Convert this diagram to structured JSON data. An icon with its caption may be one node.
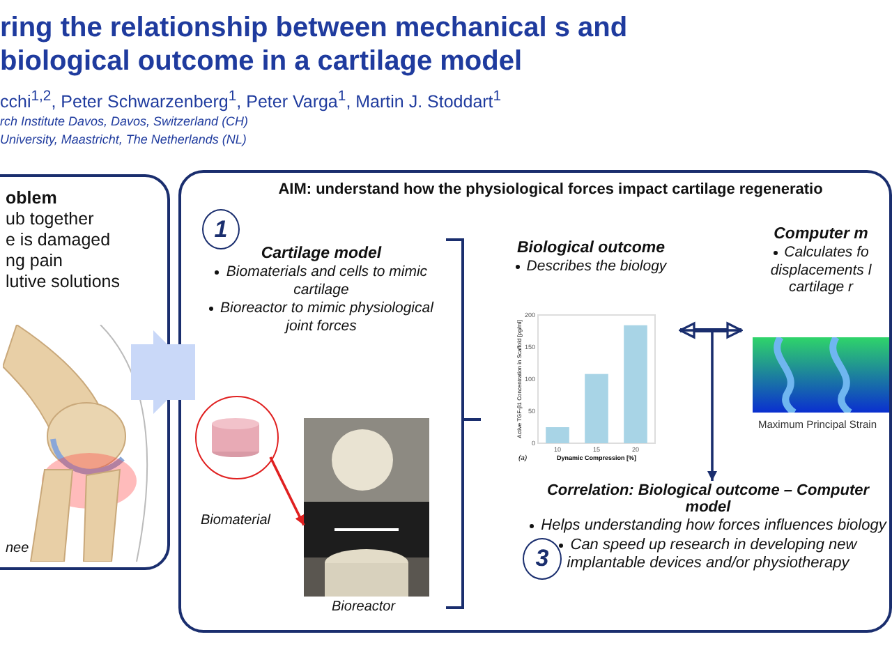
{
  "diagram": {
    "title": "ring the relationship between mechanical s and biological outcome in a cartilage model",
    "nodes": [
      {
        "text": [
          "oblem",
          "ub together",
          "e is damaged",
          "ng pain",
          "lutive solutions"
        ]
      },
      {
        "text": [
          "AIM: understand how the physiological forces impact cartilage regeneratio"
        ]
      },
      {
        "text": [
          "1"
        ],
        "in": 1
      },
      {
        "text": [
          "Cartilage model",
          "Biomaterials and cells to mimic cartilage",
          "Bioreactor to mimic physiological joint forces"
        ],
        "in": 1
      },
      {
        "text": [],
        "shape": "circle",
        "beside": [
          "Biomaterial"
        ],
        "in": 1
      },
      {
        "text": [],
        "shape": "picture",
        "beside": [
          "Bioreactor"
        ],
        "in": 1
      },
      {
        "text": [
          "Biological outcome",
          "Describes the biology"
        ],
        "in": 1
      },
      {
        "text": [
          "Computer m",
          "Calculates fo displacements l cartilage r"
        ],
        "beside": [
          "Maximum Principal Strain"
        ],
        "in": 1
      },
      {
        "text": [
          "3"
        ],
        "in": 1
      },
      {
        "text": [
          "Correlation: Biological outcome – Computer model",
          "Helps understanding how forces influences biology",
          "Can speed up research in developing new implantable devices and/or physiotherapy"
        ],
        "in": 1
      }
    ],
    "edges": [
      {
        "from": 0,
        "to": 1,
        "arrow": "to",
        "style": "thick",
        "color": "#c9d8f8"
      },
      {
        "from": 4,
        "to": 5,
        "arrow": "to",
        "color": "#e02020"
      },
      {
        "from": 6,
        "to": 7,
        "arrow": "both"
      },
      {
        "from": 6,
        "to": 9,
        "arrow": "to"
      },
      {
        "from": 7,
        "to": 9,
        "arrow": "to"
      }
    ],
    "labels": [
      "cchi$^{1,2}$, Peter Schwarzenberg$^{1}$, Peter Varga$^{1}$, Martin J. Stoddart$^{1}$",
      "rch Institute Davos, Davos, Switzerland (CH)",
      "University, Maastricht, The Netherlands (NL)",
      "nee",
      "(a)"
    ],
    "chart_data": {
      "type": "bar",
      "xlabel": "Dynamic Compression [%]",
      "ylabel": "Active TGF-β1 Concentration in Scaffold [pg/ml]",
      "categories": [
        "10",
        "15",
        "20"
      ],
      "values": [
        25,
        108,
        184
      ],
      "ylim": [
        0,
        200
      ],
      "yticks": [
        0,
        50,
        100,
        150,
        200
      ]
    }
  }
}
